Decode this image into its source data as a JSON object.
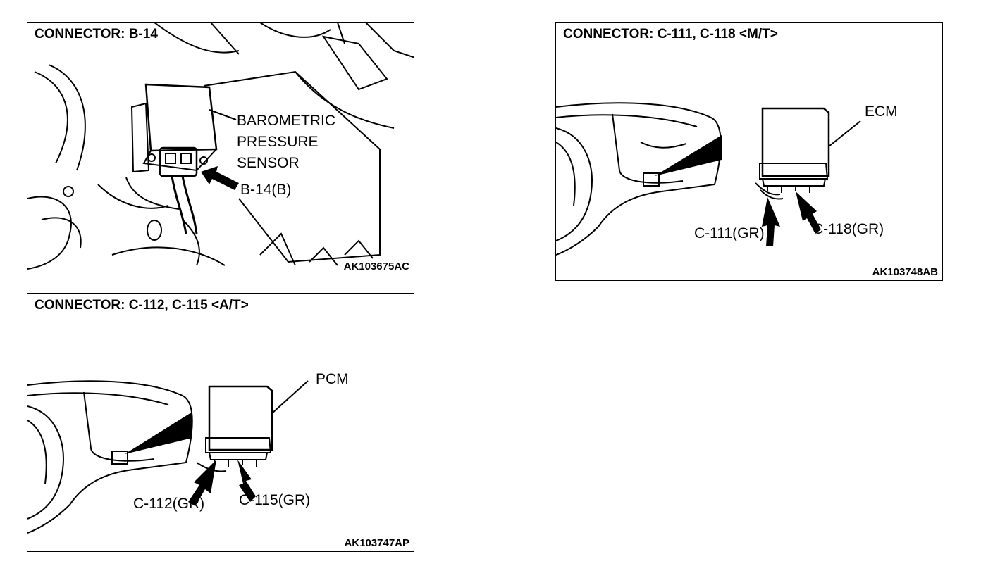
{
  "panels": {
    "b14": {
      "title": "CONNECTOR: B-14",
      "labels": [
        "BAROMETRIC",
        "PRESSURE",
        "SENSOR"
      ],
      "connector_label": "B-14(B)",
      "code": "AK103675AC"
    },
    "mt": {
      "title": "CONNECTOR: C-111, C-118 <M/T>",
      "module_label": "ECM",
      "connector_left": "C-111(GR)",
      "connector_right": "C-118(GR)",
      "code": "AK103748AB"
    },
    "at": {
      "title": "CONNECTOR: C-112, C-115 <A/T>",
      "module_label": "PCM",
      "connector_left": "C-112(GR)",
      "connector_right": "C-115(GR)",
      "code": "AK103747AP"
    }
  },
  "colors": {
    "line": "#000000",
    "background": "#ffffff"
  }
}
